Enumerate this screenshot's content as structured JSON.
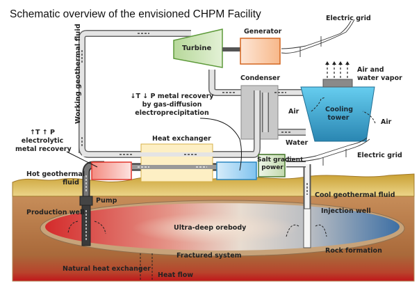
{
  "title": "Schematic overview of the envisioned CHPM Facility",
  "components": {
    "turbine": "Turbine",
    "generator": "Generator",
    "condenser": "Condenser",
    "cooling_tower": [
      "Cooling",
      "tower"
    ],
    "heat_exchanger": "Heat exchanger",
    "salt_gradient": [
      "Salt gradient",
      "power"
    ],
    "pump": "Pump"
  },
  "labels": {
    "electric_grid_top": "Electric grid",
    "electric_grid_right": "Electric grid",
    "air_water_vapor": [
      "Air and",
      "water vapor"
    ],
    "air_left": "Air",
    "air_right": "Air",
    "water": "Water",
    "working_fluid": "Working geothermal fluid",
    "gas_diffusion": [
      "↓T ↓ P metal recovery",
      "by gas-diffusion",
      "electroprecipitation"
    ],
    "electrolytic": [
      "↑T ↑ P",
      "electrolytic",
      "metal recovery"
    ],
    "hot_fluid": [
      "Hot geothermal",
      "fluid"
    ],
    "cool_fluid": "Cool geothermal fluid",
    "production_well": "Production well",
    "injection_well": "Injection well",
    "orebody": "Ultra-deep orebody",
    "fractured": "Fractured system",
    "rock_formation": "Rock formation",
    "natural_hx": "Natural heat exchanger",
    "heat_flow": "Heat flow"
  },
  "colors": {
    "turbine": "#c9e2b3",
    "generator": "#f9c9a4",
    "cooling_tower": "#4fb6dc",
    "heat_exchanger": "#fdf0c2",
    "hot_box": "#f6a9a0",
    "cold_box": "#a9d4f0",
    "salt_box": "#dbe8d0",
    "ground_top": "#d9b54a",
    "ground": "#b97c48",
    "orebody_hot": "#d63a3a",
    "orebody_cold": "#4a7fb0"
  }
}
